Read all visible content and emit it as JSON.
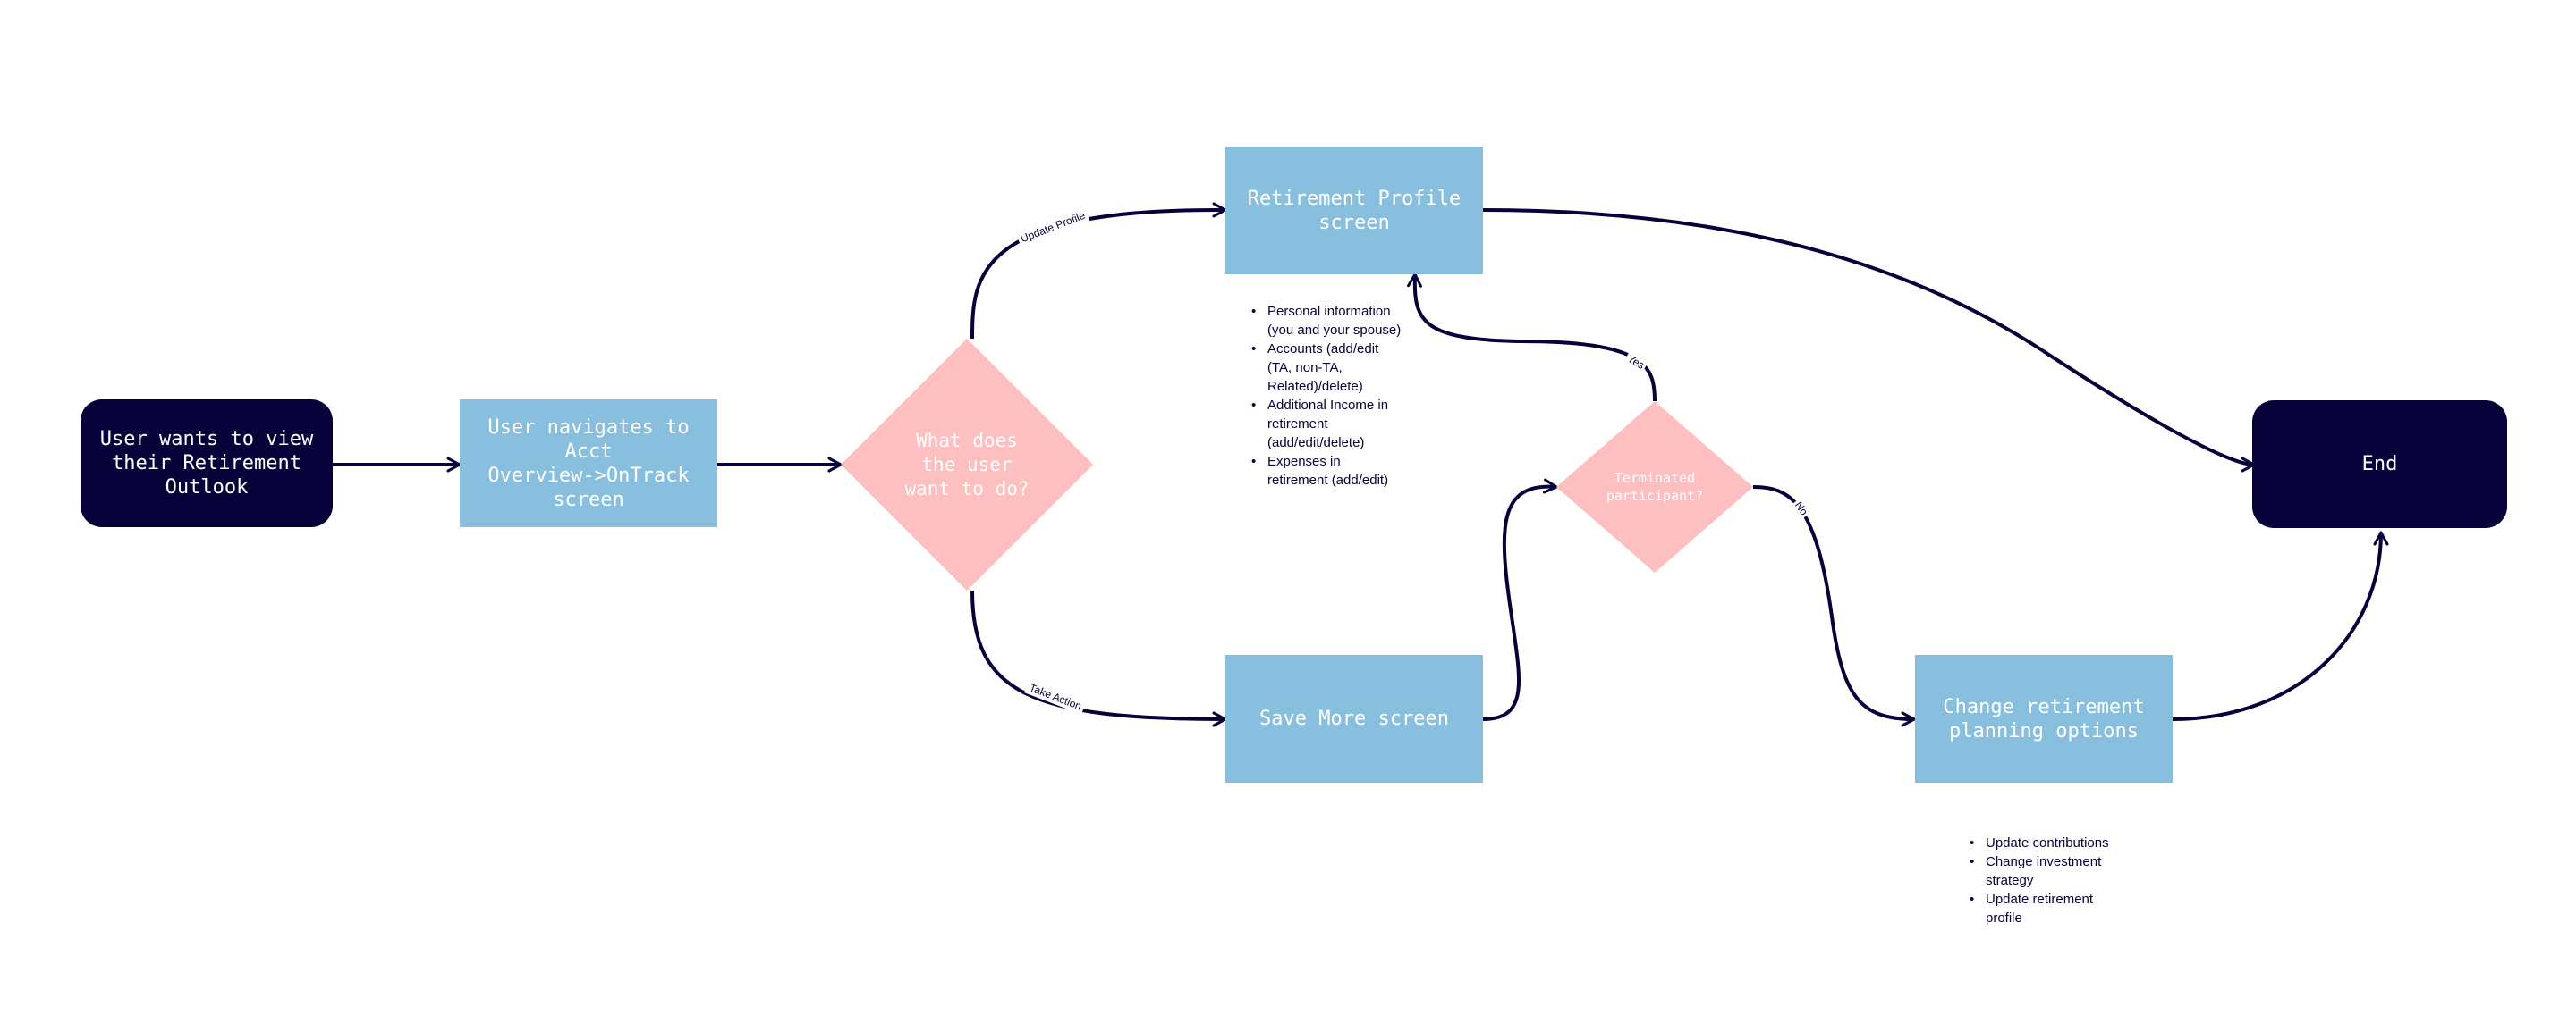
{
  "nodes": {
    "start": "User wants to view\ntheir Retirement\nOutlook",
    "navigate": "User navigates to Acct\nOverview->OnTrack\nscreen",
    "decision_user": "What does\nthe user\nwant to do?",
    "retirement_profile": "Retirement Profile\nscreen",
    "save_more": "Save More screen",
    "decision_terminated": "Terminated\nparticipant?",
    "change_options": "Change retirement\nplanning options",
    "end": "End"
  },
  "edge_labels": {
    "update_profile": "Update Profile",
    "take_action": "Take Action",
    "yes": "Yes",
    "no": "No"
  },
  "notes": {
    "profile_items": [
      "Personal information\n(you and your spouse)",
      "Accounts (add/edit\n(TA, non-TA,\nRelated)/delete)",
      "Additional Income in\nretirement\n(add/edit/delete)",
      "Expenses in\nretirement (add/edit)"
    ],
    "change_items": [
      "Update contributions",
      "Change investment\nstrategy",
      "Update retirement\nprofile"
    ]
  },
  "colors": {
    "dark_navy": "#07013a",
    "light_blue": "#89bfde",
    "pink": "#fdbfbf",
    "white": "#ffffff"
  }
}
